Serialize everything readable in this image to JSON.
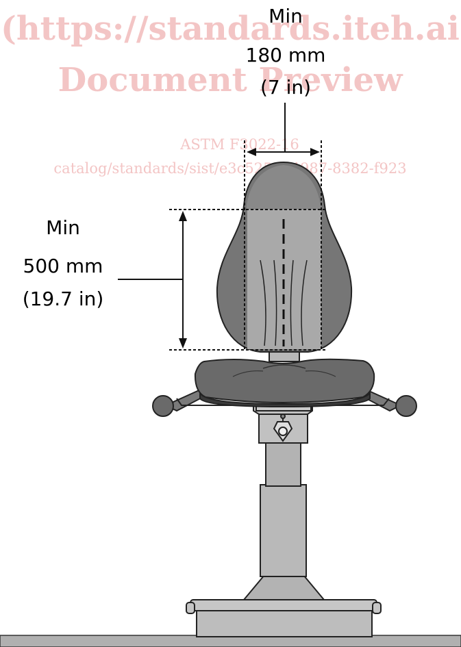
{
  "watermark": {
    "line1": "(https://standards.iteh.ai",
    "line2": "Document Preview",
    "line3": "ASTM F3022-16",
    "line4": "catalog/standards/sist/e3c525...-4987-8382-f923"
  },
  "width_dimension": {
    "label_min": "Min",
    "label_metric": "180 mm",
    "label_imperial": "(7 in)"
  },
  "height_dimension": {
    "label_min": "Min",
    "label_metric": "500 mm",
    "label_imperial": "(19.7 in)"
  },
  "colors": {
    "backrest": "#767676",
    "zone": "#a9a9a9",
    "seat": "#6a6a6a",
    "metal": "#b9b9b9",
    "outline": "#222222"
  }
}
